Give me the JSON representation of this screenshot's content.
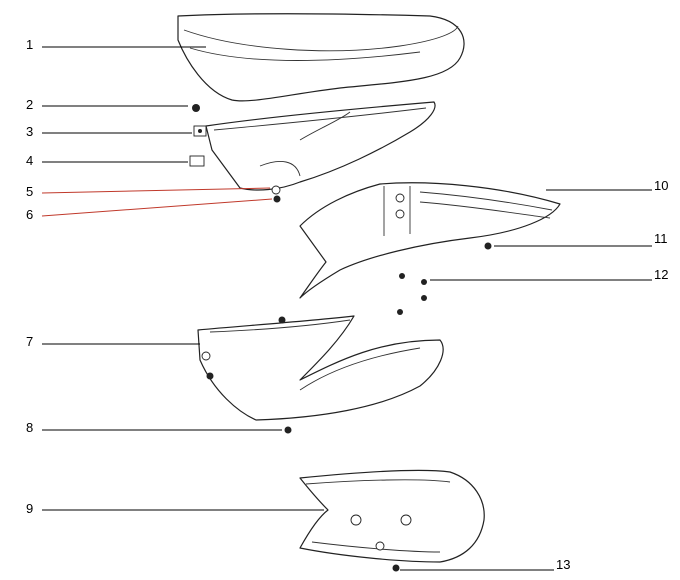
{
  "callouts": [
    {
      "id": "1",
      "label": "1"
    },
    {
      "id": "2",
      "label": "2"
    },
    {
      "id": "3",
      "label": "3"
    },
    {
      "id": "4",
      "label": "4"
    },
    {
      "id": "5",
      "label": "5"
    },
    {
      "id": "6",
      "label": "6"
    },
    {
      "id": "7",
      "label": "7"
    },
    {
      "id": "8",
      "label": "8"
    },
    {
      "id": "9",
      "label": "9"
    },
    {
      "id": "10",
      "label": "10"
    },
    {
      "id": "11",
      "label": "11"
    },
    {
      "id": "12",
      "label": "12"
    },
    {
      "id": "13",
      "label": "13"
    }
  ],
  "colors": {
    "line": "#222222",
    "highlight_leader": "#c0392b",
    "background": "#ffffff"
  }
}
